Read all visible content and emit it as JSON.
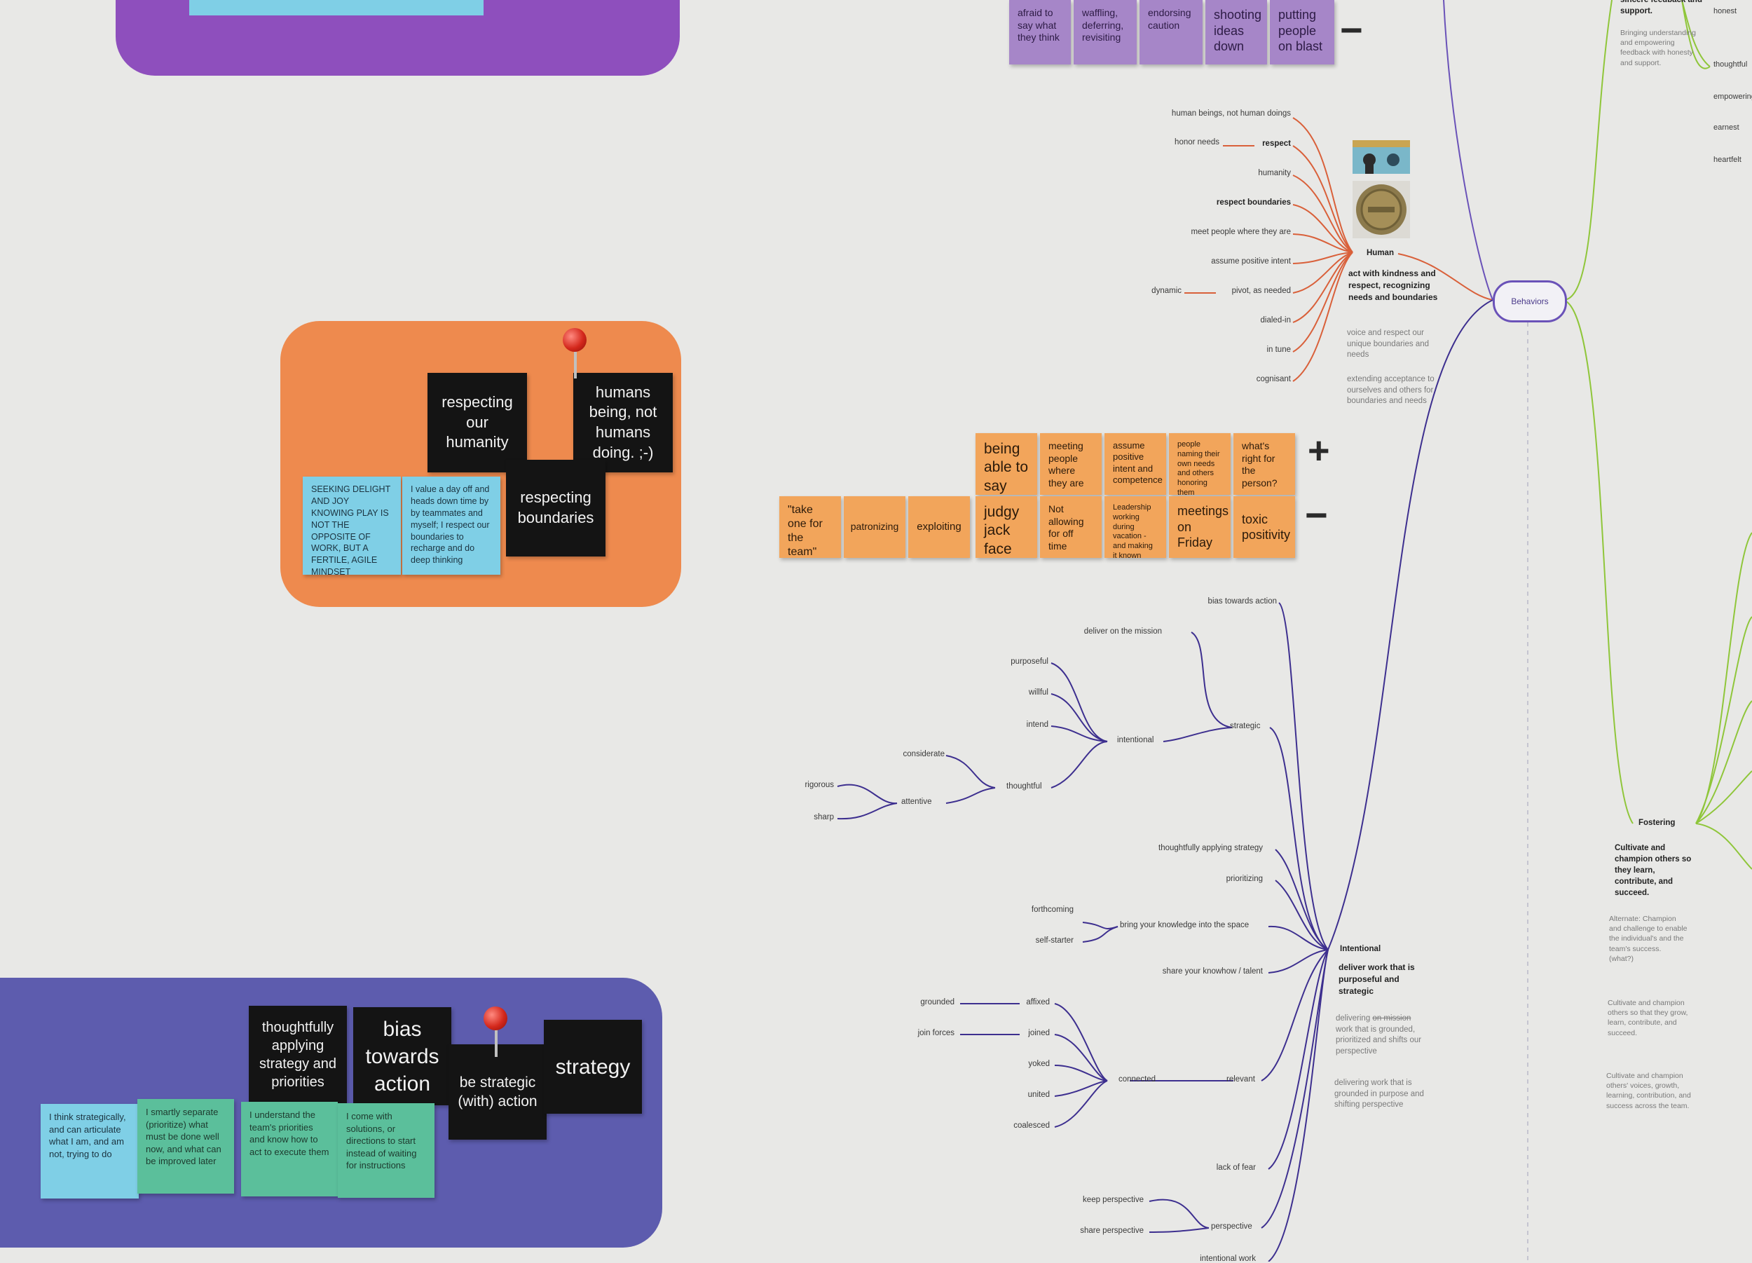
{
  "colors": {
    "background": "#e8e8e6",
    "purple_frame": "#8e4fbd",
    "orange_frame": "#ee8a4e",
    "blue_frame": "#5d5cae",
    "orange_line": "#d9603a",
    "purple_line": "#3d2f8f",
    "green_line": "#8fc63a"
  },
  "top_purple_stickies": [
    "afraid to say what they think",
    "waffling, deferring, revisiting",
    "endorsing caution",
    "shooting ideas down",
    "putting people on blast"
  ],
  "top_minus": "−",
  "humanity_frame": {
    "black": [
      "respecting our humanity",
      "humans being, not humans doing. ;-)",
      "respecting boundaries"
    ],
    "cyan": [
      "SEEKING DELIGHT AND JOY KNOWING PLAY IS NOT THE OPPOSITE OF WORK, BUT A FERTILE, AGILE MINDSET",
      "I value a day off and heads down time by by teammates and myself; I respect our boundaries to recharge and do deep thinking"
    ]
  },
  "orange_plus_row": [
    "being able to say 'no'",
    "meeting people where they are",
    "assume positive intent and competence",
    "people naming their own needs and others honoring them",
    "what's right for the person?"
  ],
  "orange_minus_row": [
    "\"take one for the team\"",
    "patronizing",
    "exploiting",
    "judgy jack face",
    "Not allowing for off time",
    "Leadership working during vacation - and making it known",
    "meetings on Friday",
    "toxic positivity"
  ],
  "plus_symbol": "+",
  "minus_symbol": "−",
  "human_branch": {
    "items": [
      "human beings, not human doings",
      "respect",
      "humanity",
      "respect boundaries",
      "meet people where they are",
      "assume positive intent",
      "pivot, as needed",
      "dialed-in",
      "in tune",
      "cognisant"
    ],
    "sub": {
      "honor_needs": "honor needs",
      "dynamic": "dynamic"
    },
    "title": "Human",
    "subtitle": "act with kindness and respect, recognizing needs and boundaries",
    "desc1": "voice and respect our unique boundaries and needs",
    "desc2": "extending acceptance to ourselves and others for boundaries and needs"
  },
  "behaviors_label": "Behaviors",
  "top_right": {
    "heading": "sincere feedback and support.",
    "desc": "Bringing understanding and empowering feedback with honesty and support.",
    "leaves": [
      "honest",
      "thoughtful",
      "empowering",
      "earnest",
      "heartfelt"
    ]
  },
  "fostering": {
    "title": "Fostering",
    "subtitle": "Cultivate and champion others so they learn, contribute, and succeed.",
    "alt": "Alternate: Champion and challenge to enable the individual's and the team's success. (what?)",
    "desc2": "Cultivate and champion others so that they grow, learn, contribute, and succeed.",
    "desc3": "Cultivate and champion others' voices, growth, learning, contribution, and success across the team."
  },
  "intentional_branch": {
    "top": [
      "bias towards action",
      "deliver on the mission",
      "strategic"
    ],
    "intentional": "intentional",
    "intentional_children": [
      "purposeful",
      "willful",
      "intend"
    ],
    "thoughtful": "thoughtful",
    "considerate": "considerate",
    "attentive": "attentive",
    "attentive_children": [
      "rigorous",
      "sharp"
    ],
    "mid": [
      "thoughtfully applying strategy",
      "prioritizing",
      "bring your knowledge into the space",
      "share your knowhow / talent"
    ],
    "knowledge_children": [
      "forthcoming",
      "self-starter"
    ],
    "connected": "connected",
    "relevant": "relevant",
    "connected_children": [
      "affixed",
      "joined",
      "yoked",
      "united",
      "coalesced"
    ],
    "affixed_child": "grounded",
    "joined_child": "join forces",
    "lower": [
      "lack of fear",
      "perspective"
    ],
    "perspective_children": [
      "keep perspective",
      "share perspective"
    ],
    "cut_off": "intentional work",
    "title": "Intentional",
    "subtitle": "deliver work that is purposeful and strategic",
    "desc1_struck": "on mission",
    "desc1_pre": "delivering ",
    "desc1_post": " work that is grounded, prioritized and shifts our perspective",
    "desc2": "delivering work that is grounded in purpose and shifting perspective"
  },
  "strategy_frame": {
    "black": [
      "thoughtfully applying strategy and priorities",
      "bias towards action",
      "be strategic (with) action",
      "strategy"
    ],
    "notes": [
      "I think strategically, and can articulate what I am, and am not, trying to do",
      "I smartly separate (prioritize) what must be done well now, and what can be improved later",
      "I understand the team's priorities and know how to act to execute them",
      "I come with solutions, or directions to start instead of waiting for instructions"
    ]
  }
}
